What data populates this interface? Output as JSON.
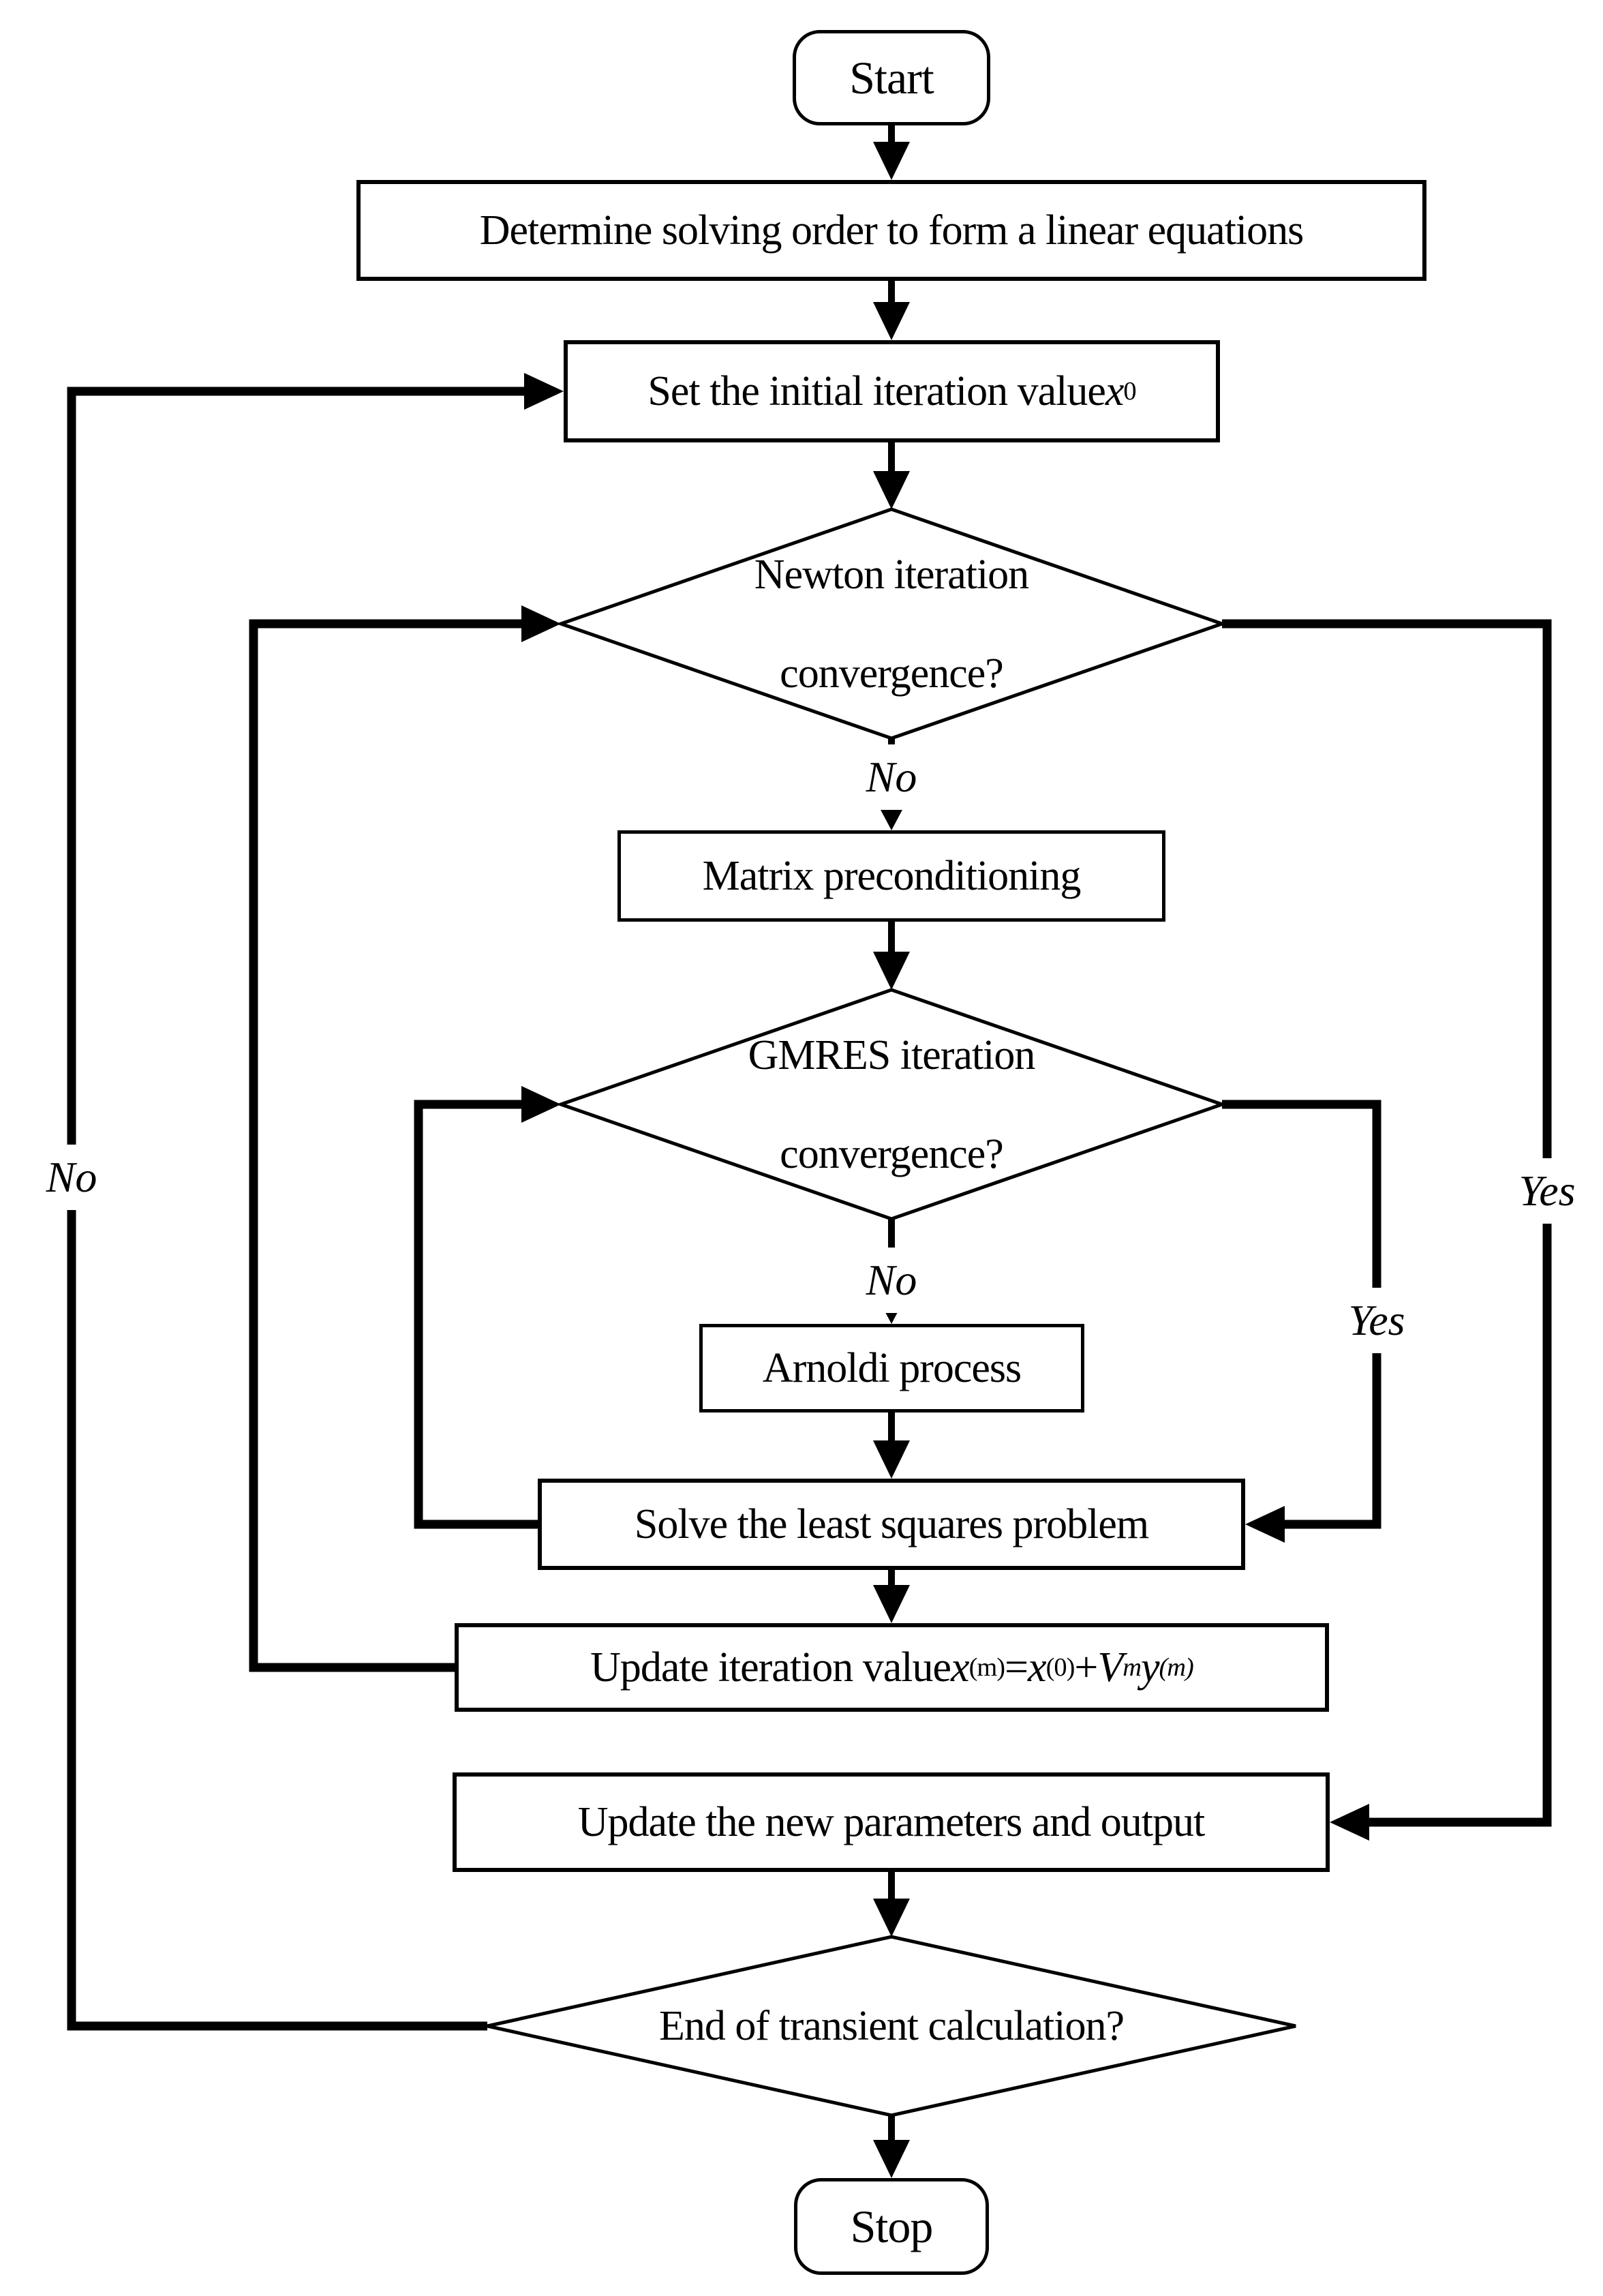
{
  "title": "Flowchart of Newton-GMRES transient calculation",
  "colors": {
    "line": "#000000",
    "node_border": "#000000",
    "background": "#ffffff",
    "node_bg": "#ffffff"
  },
  "nodes": {
    "start": {
      "label": "Start"
    },
    "determine": {
      "label": "Determine solving order to form a linear equations"
    },
    "set_initial": {
      "rich": [
        {
          "t": "Set the initial iteration value "
        },
        {
          "t": "x",
          "it": true
        },
        {
          "t": "0",
          "sup": true
        }
      ]
    },
    "newton": {
      "line1": "Newton iteration",
      "line2": "convergence?"
    },
    "matrix": {
      "label": "Matrix preconditioning"
    },
    "gmres": {
      "line1": "GMRES iteration",
      "line2": "convergence?"
    },
    "arnoldi": {
      "label": "Arnoldi process"
    },
    "solve": {
      "label": "Solve the least squares problem"
    },
    "update_iter": {
      "rich": [
        {
          "t": "Update iteration value "
        },
        {
          "t": "x",
          "it": true
        },
        {
          "t": "(m)",
          "sup": true
        },
        {
          "t": " = "
        },
        {
          "t": "x",
          "it": true
        },
        {
          "t": "(0)",
          "sup": true
        },
        {
          "t": " + "
        },
        {
          "t": "V",
          "it": true
        },
        {
          "t": "m",
          "sub": true,
          "it": true
        },
        {
          "t": "y",
          "it": true
        },
        {
          "t": "(m)",
          "sup": true,
          "it": true
        }
      ]
    },
    "update_params": {
      "label": "Update the new parameters and output"
    },
    "end": {
      "label": "End of transient calculation?"
    },
    "stop": {
      "label": "Stop"
    }
  },
  "edges": {
    "newton_no": "No",
    "gmres_no": "No",
    "outer_no": "No",
    "newton_yes": "Yes",
    "gmres_yes": "Yes"
  }
}
